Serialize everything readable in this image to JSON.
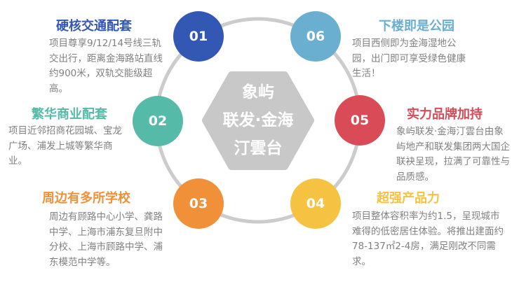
{
  "center": {
    "line1": "象屿",
    "line2": "联发·金海",
    "line3": "汀雲台"
  },
  "items": [
    {
      "num": "01",
      "title": "硬核交通配套",
      "body": "项目尊享9/12/14号线三轨交出行，距离金海路站直线约900米，双轨交能级超高。",
      "color": "#3358b4"
    },
    {
      "num": "02",
      "title": "繁华商业配套",
      "body": "项目近邻招商花园城、宝龙广场、浦发上城等繁华商业。",
      "color": "#55bba8"
    },
    {
      "num": "03",
      "title": "周边有多所学校",
      "body": "周边有顾路中心小学、龚路中学、上海市浦东复旦附中分校、上海市顾路中学、浦东模范中学等。",
      "color": "#f0913a"
    },
    {
      "num": "04",
      "title": "超强产品力",
      "body": "项目整体容积率为约1.5，呈现城市难得的低密居住体验。将推出建面约78-137㎡2-4房，满足刚改不同需求。",
      "color": "#f5c242"
    },
    {
      "num": "05",
      "title": "实力品牌加持",
      "body": "象屿联发·金海汀雲台由象屿地产和联发集团两大国企联袂呈现，拉满了可靠性与品质感。",
      "color": "#d94c57"
    },
    {
      "num": "06",
      "title": "下楼即是公园",
      "body": "项目西侧即为金海湿地公园，出门即可享受绿色健康生活！",
      "color": "#6aaed0"
    }
  ],
  "ring_color": "#cccccc",
  "hex_color": "#c8c8c8"
}
